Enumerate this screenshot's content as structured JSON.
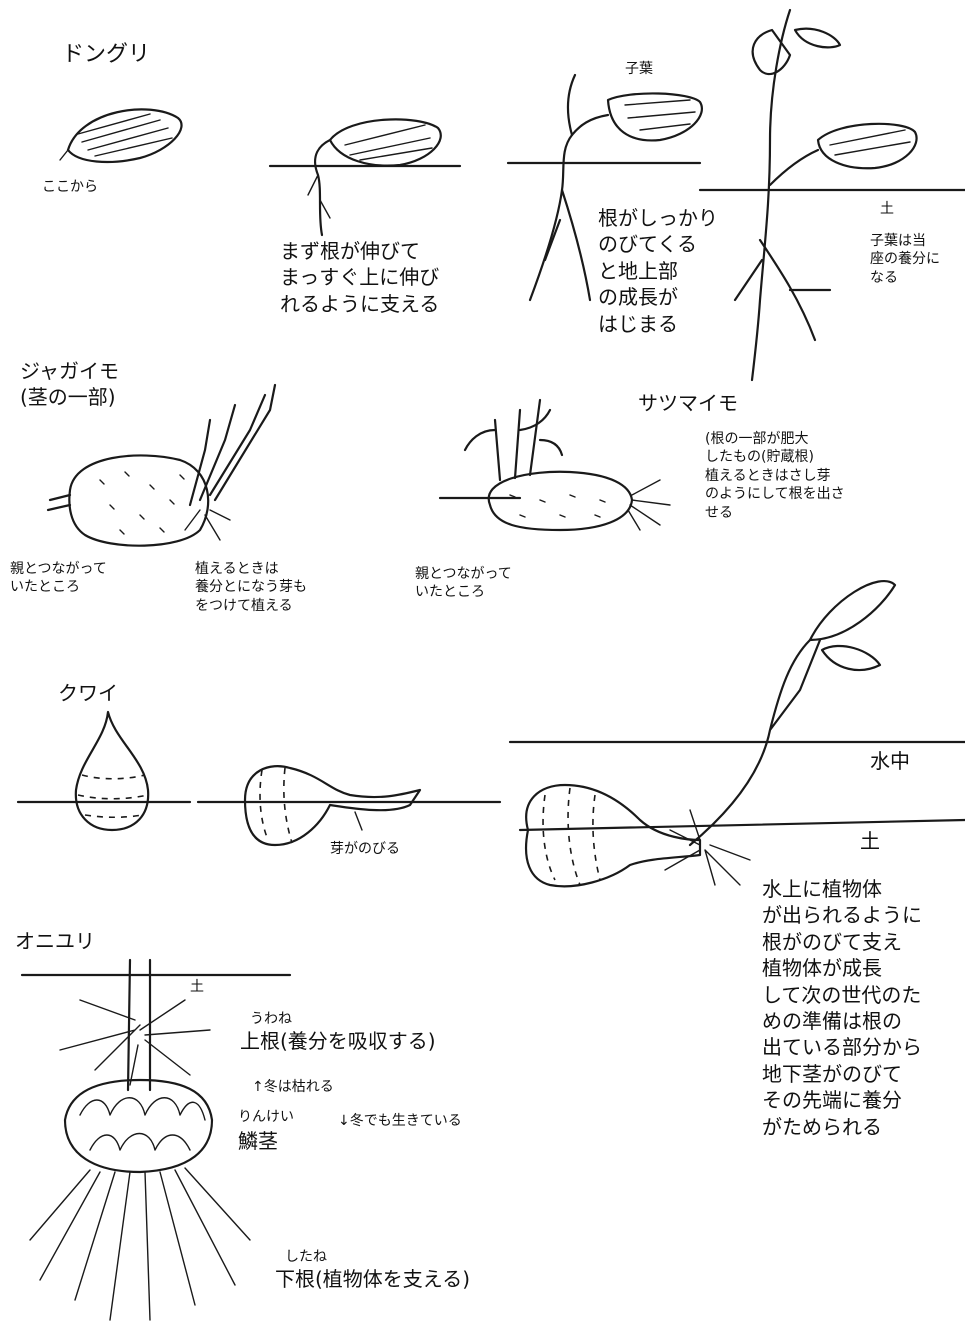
{
  "sections": {
    "acorn": {
      "title": "ドングリ",
      "koko": "ここから",
      "stage2": "まず根が伸びて\nまっすぐ上に伸び\nれるように支える",
      "shiyou": "子葉",
      "stage3": "根がしっかり\nのびてくる\nと地上部\nの成長が\nはじまる",
      "soil": "土",
      "stage4": "子葉は当\n座の養分に\nなる"
    },
    "potato": {
      "title": "ジャガイモ\n(茎の一部)",
      "oya": "親とつながって\nいたところ",
      "plant": "植えるときは\n養分とになう芽も\nをつけて植える"
    },
    "sweetpotato": {
      "title": "サツマイモ",
      "desc": "(根の一部が肥大\nしたもの(貯蔵根)\n植えるときはさし芽\nのようにして根を出さ\nせる",
      "oya": "親とつながって\nいたところ"
    },
    "kuwai": {
      "title": "クワイ",
      "me": "芽がのびる",
      "water": "水中",
      "soil": "土",
      "desc": "水上に植物体\nが出られるように\n根がのびて支え\n植物体が成長\nして次の世代のた\nめの準備は根の\n出ている部分から\n地下茎がのびて\nその先端に養分\nがためられる"
    },
    "lily": {
      "title": "オニユリ",
      "soil": "土",
      "uwane_ruby": "うわね",
      "uwane": "上根(養分を吸収する)",
      "winter_dies": "↑冬は枯れる",
      "winter_lives": "↓冬でも生きている",
      "rinkei_ruby": "りんけい",
      "rinkei": "鱗茎",
      "shitane_ruby": "したね",
      "shitane": "下根(植物体を支える)"
    }
  }
}
